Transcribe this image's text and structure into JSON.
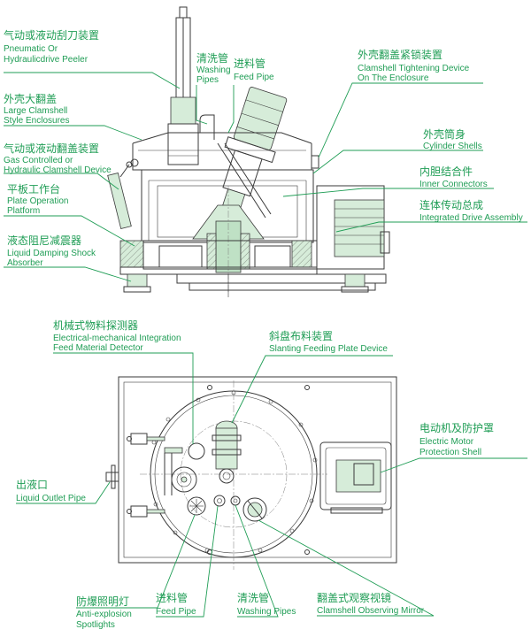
{
  "colors": {
    "label": "#1f9d55",
    "ink": "#3a3a3a",
    "tint": "#d6ecd9"
  },
  "labels": {
    "peeler": {
      "cn": "气动或液动刮刀装置",
      "en1": "Pneumatic Or",
      "en2": "Hydraulicdrive Peeler"
    },
    "washing_top": {
      "cn": "清洗管",
      "en1": "Washing",
      "en2": "Pipes"
    },
    "feed_top": {
      "cn": "进料管",
      "en1": "Feed Pipe"
    },
    "tightening": {
      "cn": "外壳翻盖紧锁装置",
      "en1": "Clamshell Tightening Device",
      "en2": "On The Enclosure"
    },
    "enclosure": {
      "cn": "外壳大翻盖",
      "en1": "Large Clamshell",
      "en2": "Style Enclosures"
    },
    "shell": {
      "cn": "外壳筒身",
      "en1": "Cylinder Shells"
    },
    "gas": {
      "cn": "气动或液动翻盖装置",
      "en1": "Gas Controlled or",
      "en2": "Hydraulic Clamshell Device"
    },
    "inner": {
      "cn": "内胆结合件",
      "en1": "Inner Connectors"
    },
    "platform": {
      "cn": "平板工作台",
      "en1": "Plate Operation",
      "en2": "Platform"
    },
    "drive": {
      "cn": "连体传动总成",
      "en1": "Integrated Drive Assembly"
    },
    "absorber": {
      "cn": "液态阻尼减震器",
      "en1": "Liquid Damping Shock",
      "en2": "Absorber"
    },
    "detector": {
      "cn": "机械式物料探测器",
      "en1": "Electrical-mechanical Integration",
      "en2": "Feed Material Detector"
    },
    "slanting": {
      "cn": "斜盘布料装置",
      "en1": "Slanting Feeding Plate Device"
    },
    "motor": {
      "cn": "电动机及防护罩",
      "en1": "Electric Motor",
      "en2": "Protection Shell"
    },
    "outlet": {
      "cn": "出液口",
      "en1": "Liquid Outlet Pipe"
    },
    "spotlight": {
      "cn": "防爆照明灯",
      "en1": "Anti-explosion",
      "en2": "Spotlights"
    },
    "feed_bottom": {
      "cn": "进料管",
      "en1": "Feed Pipe"
    },
    "washing_bottom": {
      "cn": "清洗管",
      "en1": "Washing Pipes"
    },
    "mirror": {
      "cn": "翻盖式观察视镜",
      "en1": "Clamshell Observing Mirror"
    }
  }
}
